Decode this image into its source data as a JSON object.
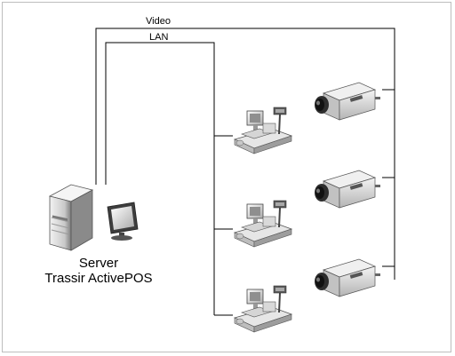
{
  "diagram": {
    "video_label": "Video",
    "lan_label": "LAN",
    "server_label_line1": "Server",
    "server_label_line2": "Trassir ActivePOS"
  },
  "icons": {
    "server": "server-tower-icon",
    "monitor": "monitor-icon",
    "pos_terminal": "pos-terminal-icon",
    "camera": "cctv-camera-icon"
  },
  "colors": {
    "lines": "#000000",
    "frame_border": "#bdbdbd",
    "device_gray": "#cfcfcf"
  },
  "pos_terminals_count": 3,
  "cameras_count": 3
}
